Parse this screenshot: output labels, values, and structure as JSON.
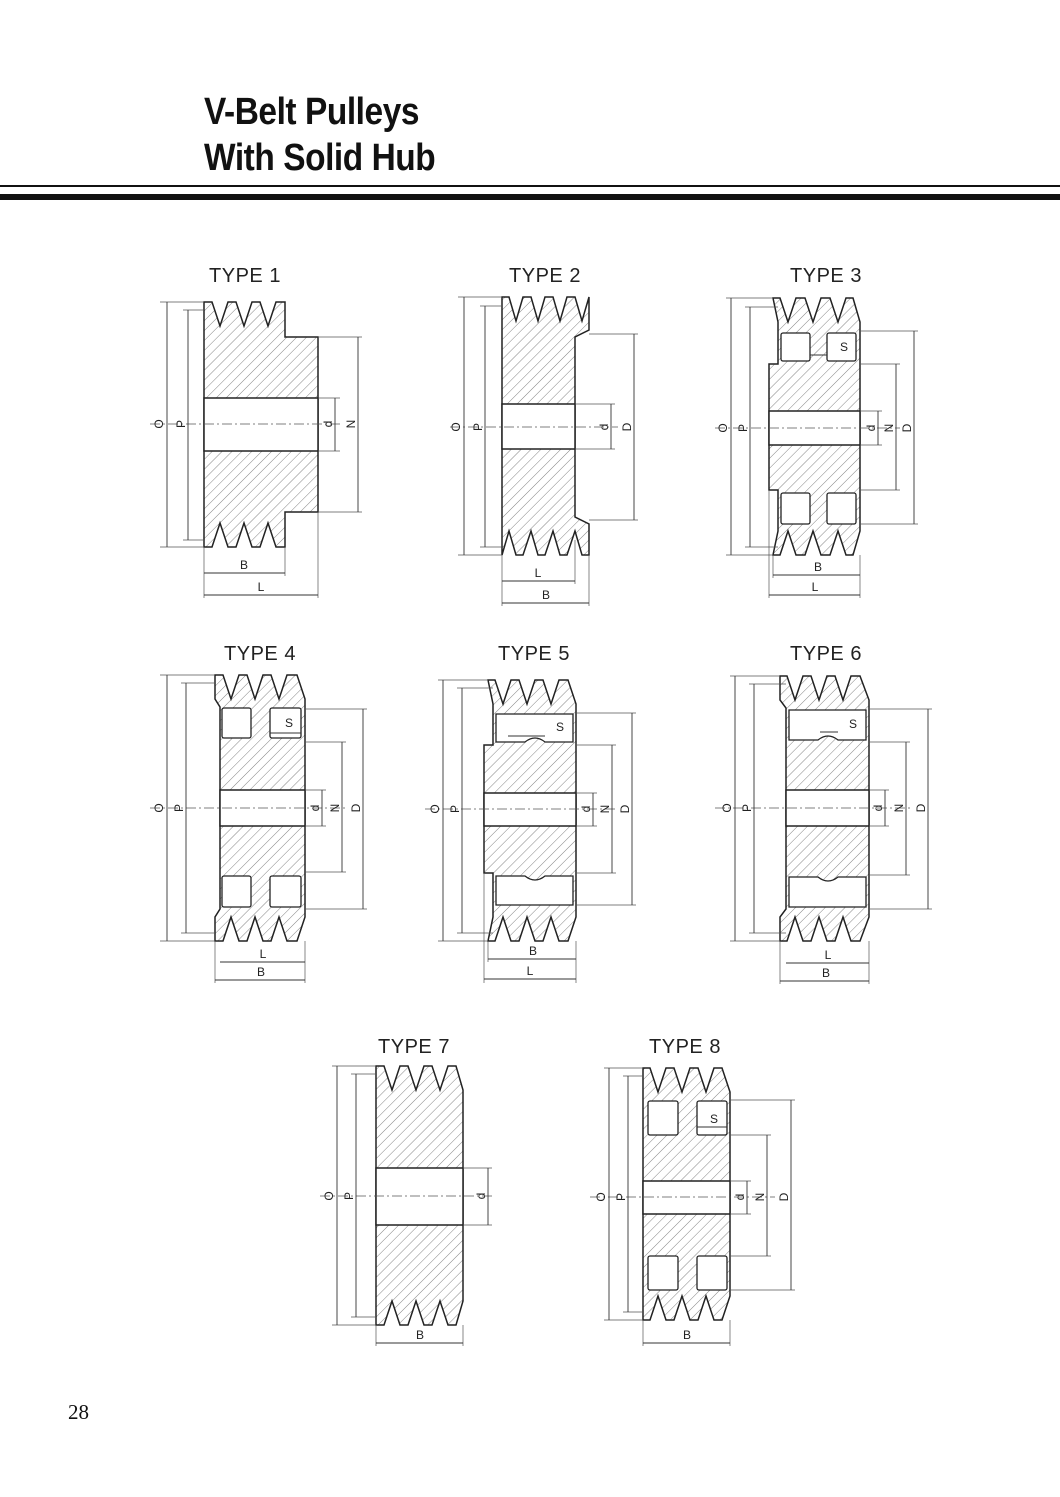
{
  "header": {
    "title_line1": "V-Belt  Pulleys",
    "title_line2": "With Solid Hub"
  },
  "diagrams": [
    {
      "label": "TYPE 1",
      "dims": {
        "B": "B",
        "L": "L",
        "O": "O",
        "P": "P",
        "d": "d",
        "N": "N"
      }
    },
    {
      "label": "TYPE 2",
      "dims": {
        "B": "B",
        "L": "L",
        "O": "O",
        "P": "P",
        "d": "d",
        "D": "D"
      }
    },
    {
      "label": "TYPE 3",
      "dims": {
        "B": "B",
        "L": "L",
        "O": "O",
        "P": "P",
        "d": "d",
        "N": "N",
        "D": "D",
        "S": "S"
      }
    },
    {
      "label": "TYPE 4",
      "dims": {
        "B": "B",
        "L": "L",
        "O": "O",
        "P": "P",
        "d": "d",
        "N": "N",
        "D": "D",
        "S": "S"
      }
    },
    {
      "label": "TYPE 5",
      "dims": {
        "B": "B",
        "L": "L",
        "O": "O",
        "P": "P",
        "d": "d",
        "N": "N",
        "D": "D",
        "S": "S"
      }
    },
    {
      "label": "TYPE 6",
      "dims": {
        "B": "B",
        "L": "L",
        "O": "O",
        "P": "P",
        "d": "d",
        "N": "N",
        "D": "D",
        "S": "S"
      }
    },
    {
      "label": "TYPE 7",
      "dims": {
        "B": "B",
        "O": "O",
        "P": "P",
        "d": "d"
      }
    },
    {
      "label": "TYPE 8",
      "dims": {
        "B": "B",
        "O": "O",
        "P": "P",
        "d": "d",
        "N": "N",
        "D": "D",
        "S": "S"
      }
    }
  ],
  "footer": {
    "page_number": "28"
  }
}
